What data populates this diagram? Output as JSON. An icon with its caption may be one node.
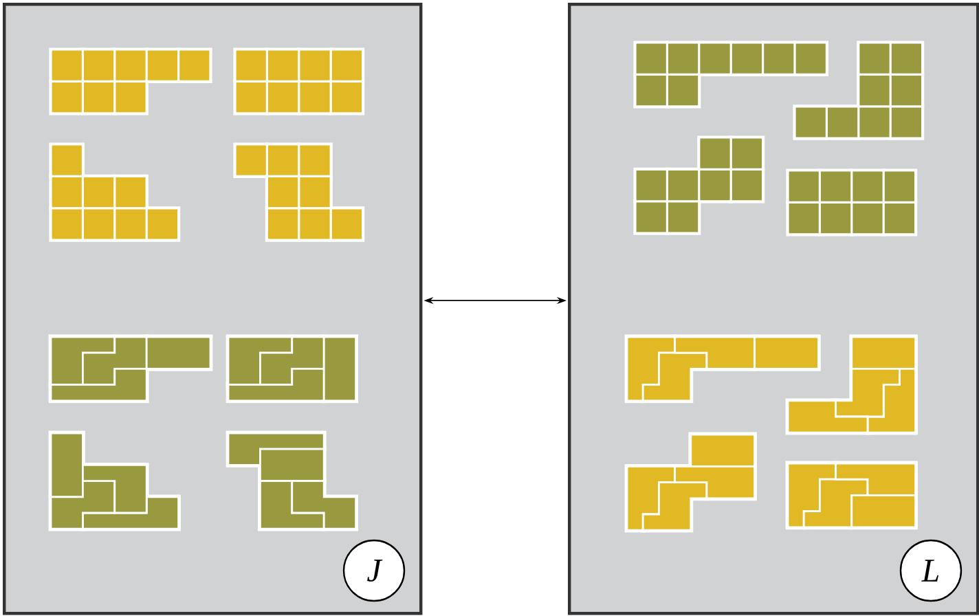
{
  "diagram": {
    "nodes": [
      {
        "text": [],
        "shape": "box"
      },
      {
        "text": [
          "J"
        ],
        "in": 0
      },
      {
        "text": [],
        "shape": "box"
      },
      {
        "text": [
          "L"
        ],
        "in": 2
      }
    ],
    "edges": [
      {
        "from": 0,
        "to": 2,
        "arrow": "both"
      }
    ]
  }
}
